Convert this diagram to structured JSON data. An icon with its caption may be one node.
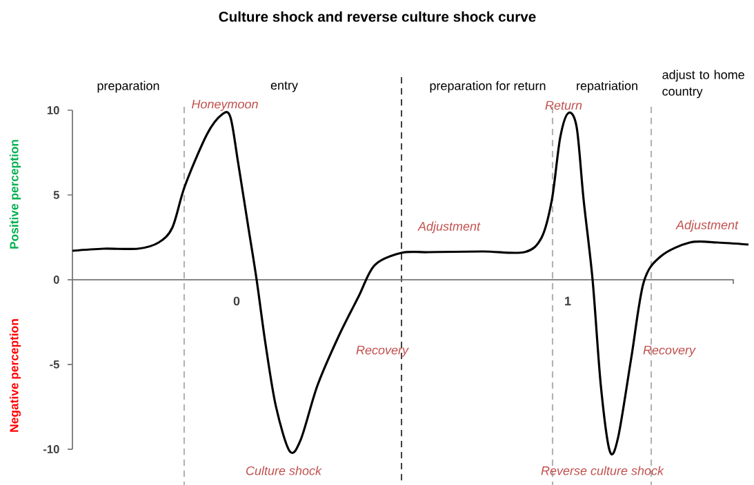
{
  "diagram": {
    "title": "Culture shock and reverse culture shock curve",
    "labels": [
      "preparation",
      "entry",
      "preparation for return",
      "repatriation",
      "adjust to home country",
      "Honeymoon",
      "Return",
      "10",
      "5",
      "Adjustment",
      "Adjustment",
      "0",
      "0",
      "1",
      "Recovery",
      "Recovery",
      "-5",
      "-10",
      "Culture shock",
      "Reverse culture shock",
      "Positive perception",
      "Negative perception"
    ]
  }
}
